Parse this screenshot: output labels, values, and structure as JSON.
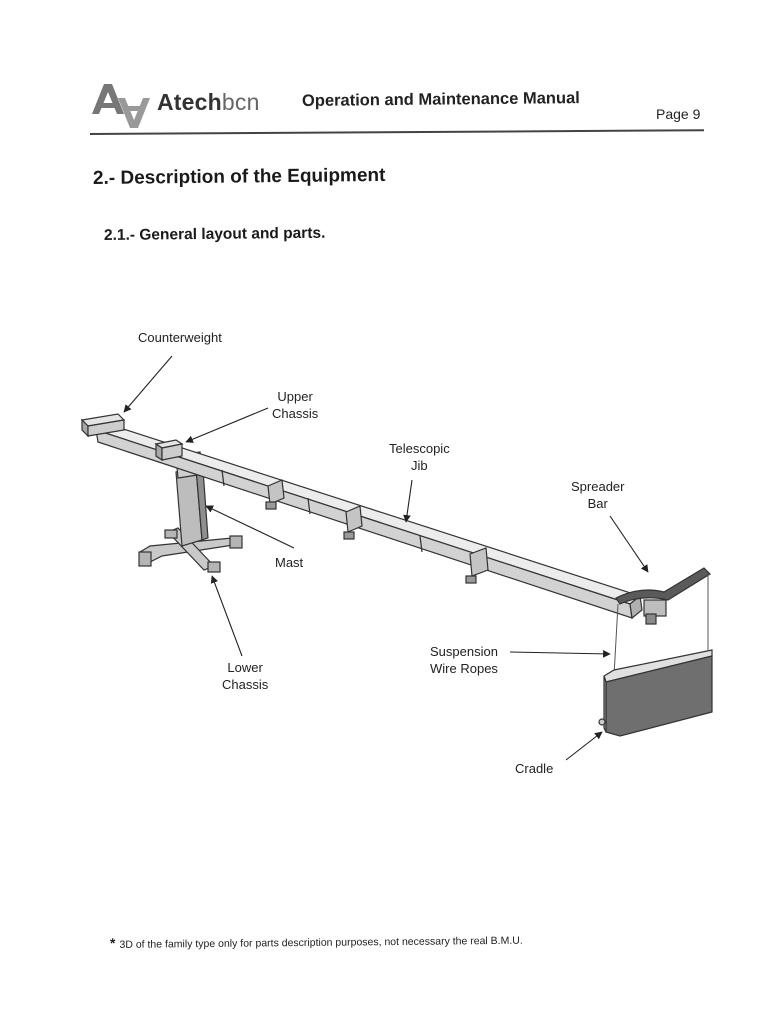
{
  "header": {
    "brand_bold": "Atech",
    "brand_light": "bcn",
    "document_title": "Operation and Maintenance Manual",
    "page_label": "Page 9"
  },
  "section": {
    "title": "2.- Description of the Equipment",
    "subsection_title": "2.1.- General layout and parts."
  },
  "diagram_labels": {
    "counterweight": "Counterweight",
    "upper_chassis_line1": "Upper",
    "upper_chassis_line2": "Chassis",
    "telescopic_jib_line1": "Telescopic",
    "telescopic_jib_line2": "Jib",
    "spreader_bar_line1": "Spreader",
    "spreader_bar_line2": "Bar",
    "mast": "Mast",
    "lower_chassis_line1": "Lower",
    "lower_chassis_line2": "Chassis",
    "suspension_wire_ropes_line1": "Suspension",
    "suspension_wire_ropes_line2": "Wire Ropes",
    "cradle": "Cradle"
  },
  "footnote": {
    "marker": "*",
    "text": "3D of the family type only for parts description purposes, not necessary the real B.M.U."
  }
}
